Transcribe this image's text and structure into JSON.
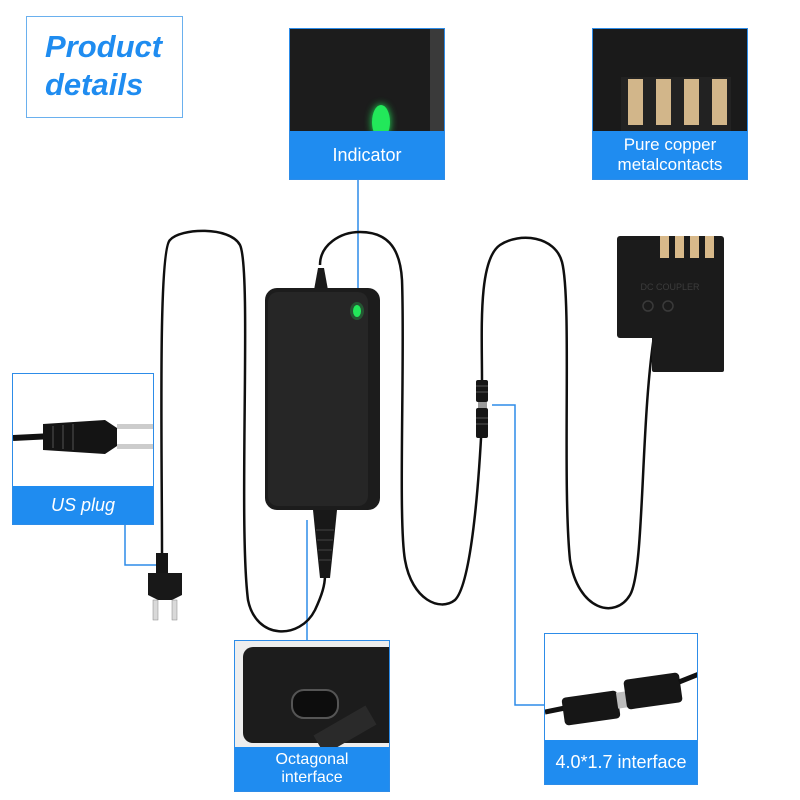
{
  "title": {
    "line1": "Product",
    "line2": "details"
  },
  "callouts": {
    "indicator": "Indicator",
    "contacts_line1": "Pure copper",
    "contacts_line2": "metalcontacts",
    "us_plug": "US plug",
    "octagonal_line1": "Octagonal",
    "octagonal_line2": "interface",
    "dc_interface": "4.0*1.7 interface"
  },
  "coupler_label": "DC COUPLER",
  "colors": {
    "accent": "#1f8cf0",
    "led": "#22e85a",
    "device": "#1c1c1c"
  }
}
